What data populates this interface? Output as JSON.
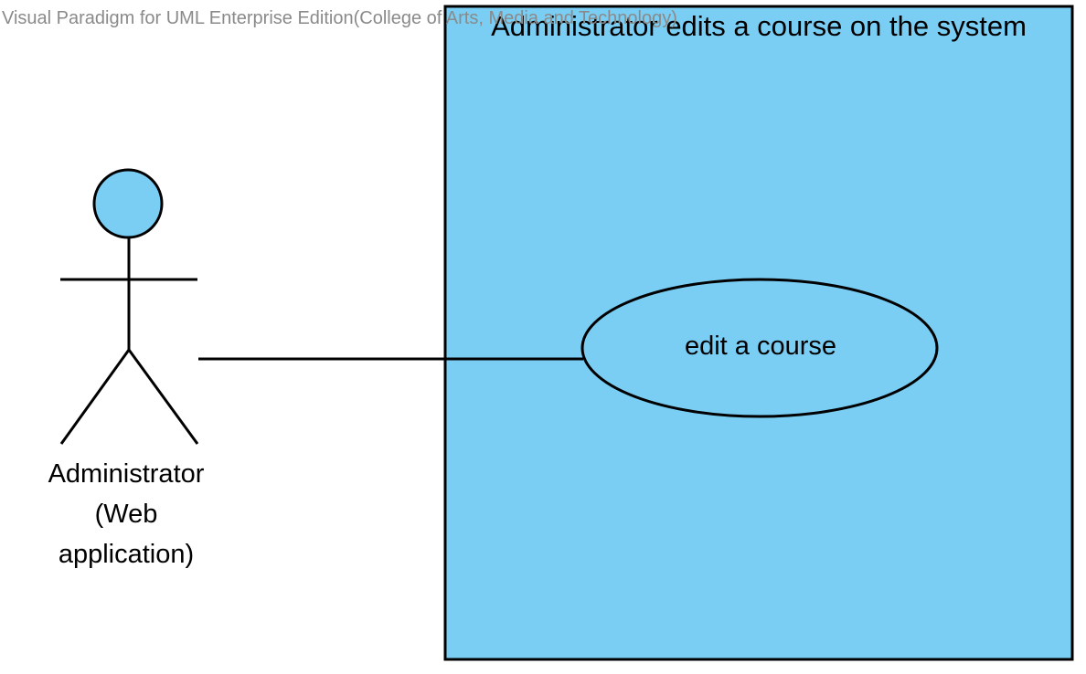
{
  "watermark": "Visual Paradigm for UML Enterprise Edition(College of Arts, Media and Technology)",
  "system_boundary": {
    "title": "Administrator edits a course on the system",
    "fill": "#7acef4",
    "stroke": "#000000"
  },
  "actor": {
    "name_lines": [
      "Administrator",
      "(Web",
      "application)"
    ],
    "head_fill": "#7acef4",
    "stroke": "#000000"
  },
  "use_case": {
    "label": "edit a course",
    "fill": "#7acef4",
    "stroke": "#000000"
  },
  "association": {
    "from": "Administrator (Web application)",
    "to": "edit a course"
  },
  "icons": {
    "actor": "stick-figure-icon"
  }
}
